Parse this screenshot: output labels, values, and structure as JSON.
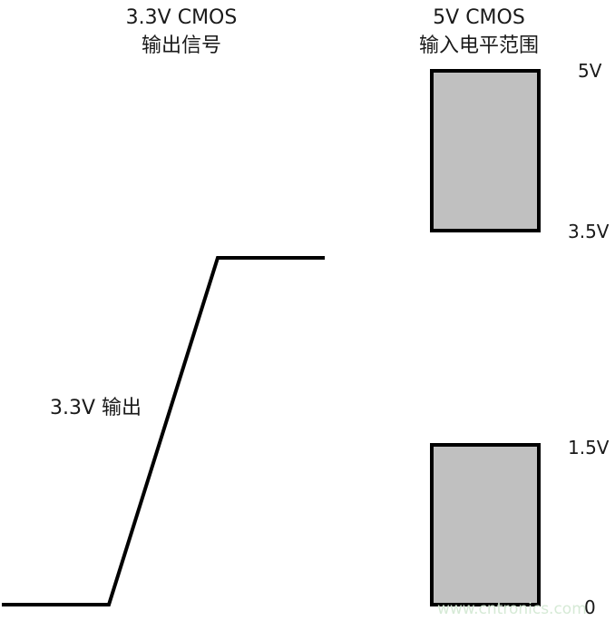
{
  "left_title": {
    "line1": "3.3V CMOS",
    "line2": "输出信号"
  },
  "right_title": {
    "line1": "5V CMOS",
    "line2": "输入电平范围"
  },
  "signal_label": "3.3V 输出",
  "level_labels": {
    "top": "5V",
    "high_threshold": "3.5V",
    "low_threshold": "1.5V",
    "bottom": "0"
  },
  "watermark": "www.cntronics.com",
  "colors": {
    "line": "#000000",
    "range_fill": "#c0c0c0",
    "text": "#1a1a1a"
  }
}
